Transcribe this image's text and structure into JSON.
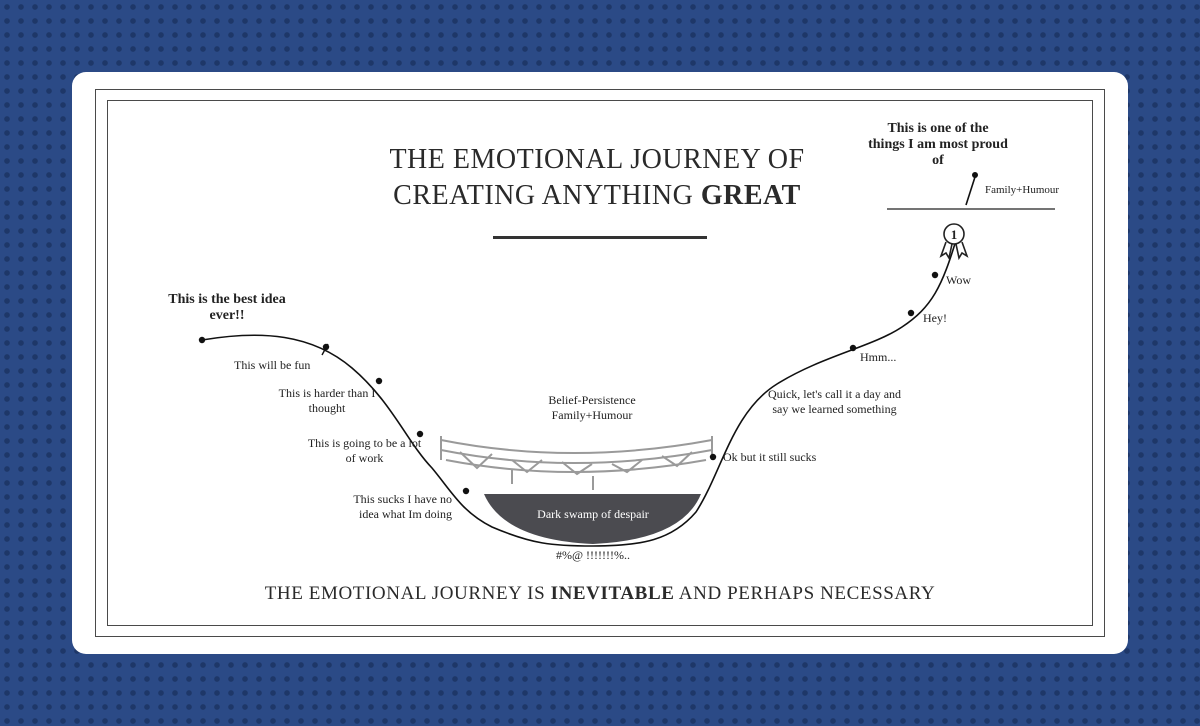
{
  "title": {
    "line1": "THE EMOTIONAL JOURNEY OF",
    "line2_regular": "CREATING ANYTHING ",
    "line2_bold": "GREAT"
  },
  "footer": {
    "part1": "THE EMOTIONAL JOURNEY IS ",
    "bold": "INEVITABLE",
    "part2": " AND PERHAPS NECESSARY"
  },
  "annotations": {
    "start_idea": "This is the best idea ever!!",
    "fun": "This will be fun",
    "harder": "This is harder than I thought",
    "work": "This is going to be a lot of work",
    "sucks": "This sucks I have no idea what Im doing",
    "swamp": "Dark swamp of despair",
    "swear": "#%@ !!!!!!!%..",
    "bridge": "Belief-Persistence Family+Humour",
    "still_sucks": "Ok but it still sucks",
    "quick": "Quick, let's call it a day and say we learned something",
    "hmm": "Hmm...",
    "hey": "Hey!",
    "wow": "Wow",
    "proud": "This is one of the things I am most proud of",
    "family_humour": "Family+Humour",
    "badge_number": "1"
  },
  "colors": {
    "background": "#2b4a86",
    "card": "#ffffff",
    "ink": "#222222",
    "swamp": "#4b4b50",
    "bridge": "#999999"
  }
}
